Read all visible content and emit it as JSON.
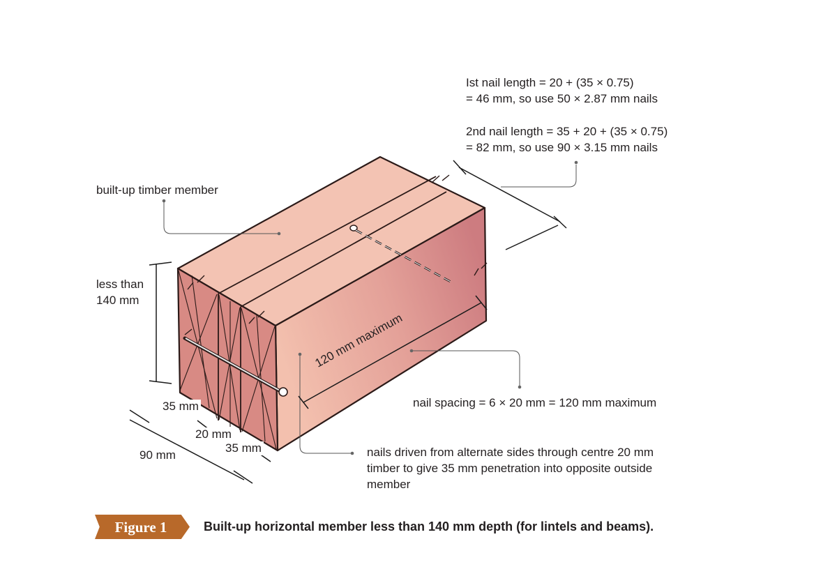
{
  "labels": {
    "nail_calc_1_line1": "Ist nail length = 20 + (35 × 0.75)",
    "nail_calc_1_line2": "= 46 mm, so use 50 × 2.87 mm nails",
    "nail_calc_2_line1": "2nd nail length = 35 + 20 + (35 × 0.75)",
    "nail_calc_2_line2": "= 82 mm, so use 90 × 3.15 mm nails",
    "member": "built-up timber member",
    "depth_line1": "less than",
    "depth_line2": "140 mm",
    "max_spacing": "120 mm maximum",
    "nail_spacing": "nail spacing = 6 × 20 mm = 120 mm maximum",
    "nails_line1": "nails driven from alternate sides through centre 20 mm",
    "nails_line2": "timber to give 35 mm penetration into opposite outside",
    "nails_line3": "member",
    "outer_35_a": "35 mm",
    "inner_20": "20 mm",
    "outer_35_b": "35 mm",
    "width_90": "90 mm"
  },
  "caption": {
    "badge": "Figure 1",
    "text": "Built-up horizontal member less than 140 mm depth (for lintels and beams)."
  },
  "colors": {
    "timber_top": "#f3c3b3",
    "timber_front": "#d88a84",
    "timber_side_light": "#f1bba9",
    "timber_side_dark": "#cf7e82",
    "badge": "#b8692a"
  }
}
